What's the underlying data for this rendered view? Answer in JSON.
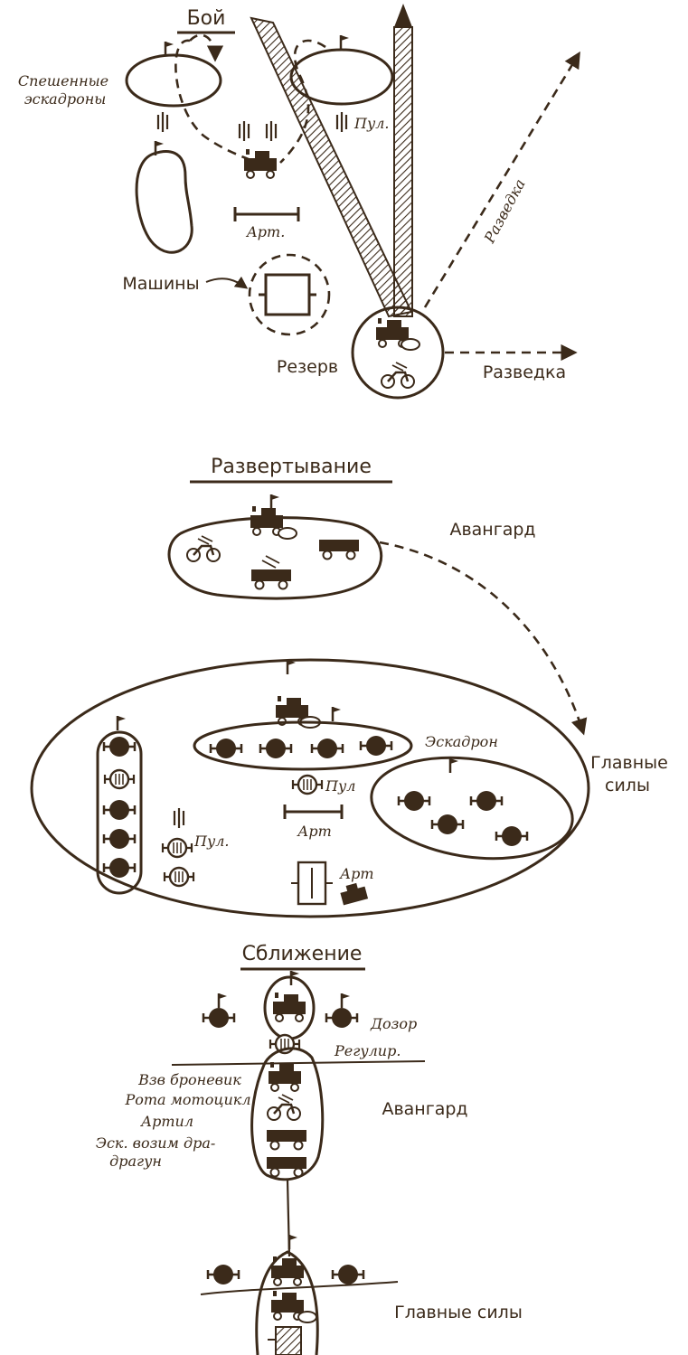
{
  "sections": {
    "battle": {
      "title": "Бой",
      "labels": {
        "dismounted": [
          "Спешенные",
          "эскадроны"
        ],
        "mg": "Пул.",
        "art": "Арт.",
        "machines": "Машины",
        "reserve": "Резерв",
        "recon_diag": "Разведка",
        "recon_h": "Разведка"
      }
    },
    "deployment": {
      "title": "Развертывание",
      "labels": {
        "vanguard": "Авангард",
        "squadron": "Эскадрон",
        "mg_center": "Пул",
        "mg_left": "Пул.",
        "art_center": "Арт",
        "art_bottom": "Арт",
        "main_forces": [
          "Главные",
          "силы"
        ]
      }
    },
    "approach": {
      "title": "Сближение",
      "labels": {
        "patrol": "Дозор",
        "regulation": "Регулир.",
        "units": [
          "Взв броневик",
          "Рота мотоцикл",
          "Артил",
          "Эск. возим дра-",
          "драгун"
        ],
        "vanguard": "Авангард",
        "main_forces": "Главные силы"
      }
    }
  }
}
